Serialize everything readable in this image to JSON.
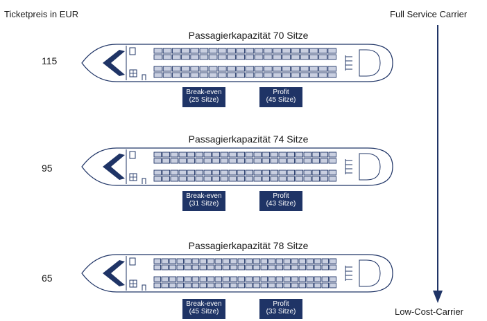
{
  "header": {
    "y_label": "Ticketpreis in EUR",
    "top_label": "Full Service Carrier",
    "bottom_label": "Low-Cost-Carrier"
  },
  "colors": {
    "navy": "#1f3466",
    "seat_fill": "#c9cfe0",
    "line": "#1f3466"
  },
  "rows": [
    {
      "capacity_label": "Passagierkapazität 70 Sitze",
      "price": "115",
      "breakeven": {
        "line1": "Break-even",
        "line2": "(25 Sitze)"
      },
      "profit": {
        "line1": "Profit",
        "line2": "(45 Sitze)"
      },
      "seats_per_row": 20
    },
    {
      "capacity_label": "Passagierkapazität 74 Sitze",
      "price": "95",
      "breakeven": {
        "line1": "Break-even",
        "line2": "(31 Sitze)"
      },
      "profit": {
        "line1": "Profit",
        "line2": "(43 Sitze)"
      },
      "seats_per_row": 22
    },
    {
      "capacity_label": "Passagierkapazität 78 Sitze",
      "price": "65",
      "breakeven": {
        "line1": "Break-even",
        "line2": "(45 Sitze)"
      },
      "profit": {
        "line1": "Profit",
        "line2": "(33 Sitze)"
      },
      "seats_per_row": 24
    }
  ]
}
